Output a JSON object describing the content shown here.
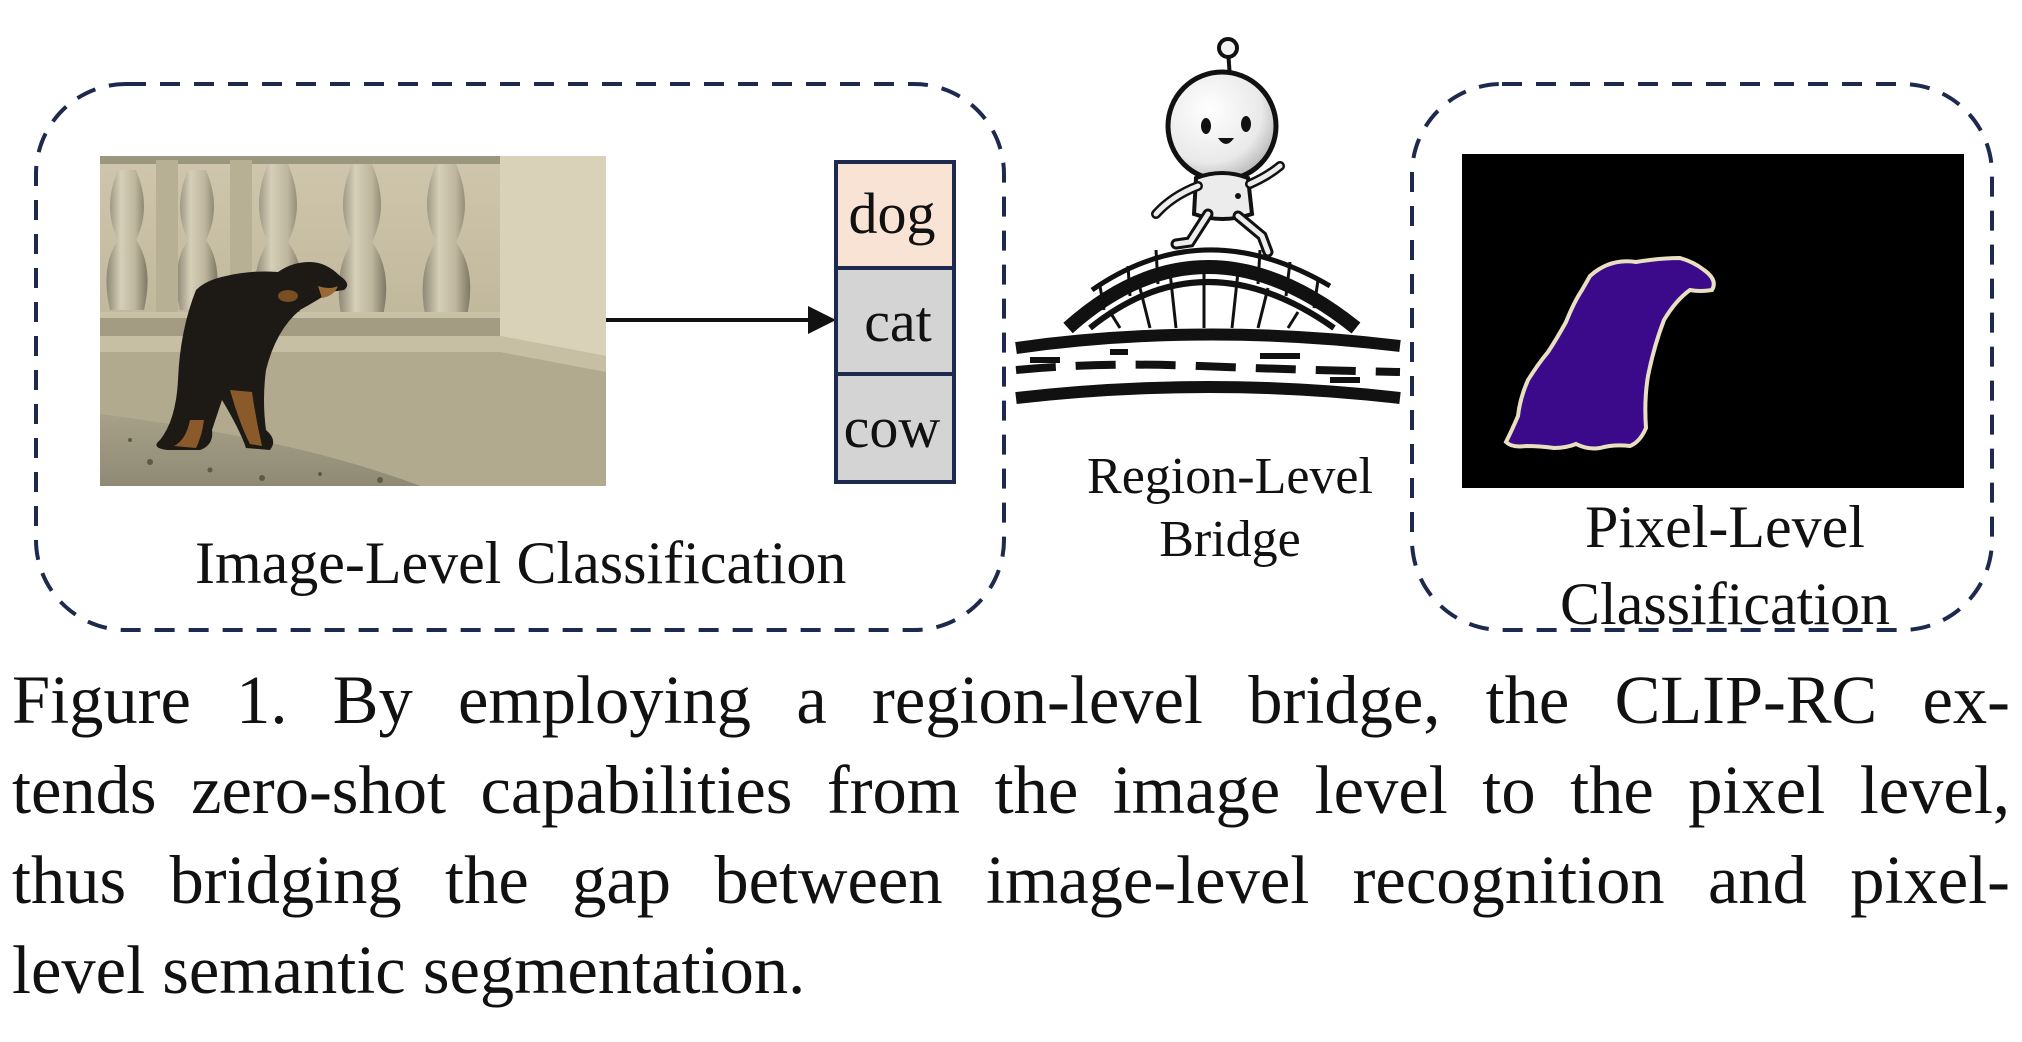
{
  "figure": {
    "panels": {
      "image_level": {
        "label": "Image-Level Classification",
        "class_labels": [
          "dog",
          "cat",
          "cow"
        ],
        "highlighted_class": "dog"
      },
      "bridge": {
        "label": "Region-Level\nBridge"
      },
      "pixel_level": {
        "label": "Pixel-Level\nClassification"
      }
    },
    "colors": {
      "dashed_border": "#1d2a4d",
      "class_box_highlight": "#f8e3d4",
      "class_box_default": "#d4d4d4",
      "mask_fill": "#3a0a8a",
      "mask_outline": "#e8e0c0",
      "mask_background": "#000000"
    }
  },
  "caption": {
    "lines": [
      "Figure 1.  By employing a region-level bridge, the CLIP-RC ex-",
      "tends zero-shot capabilities from the image level to the pixel level,",
      "thus bridging the gap between image-level recognition and pixel-",
      "level semantic segmentation."
    ]
  }
}
